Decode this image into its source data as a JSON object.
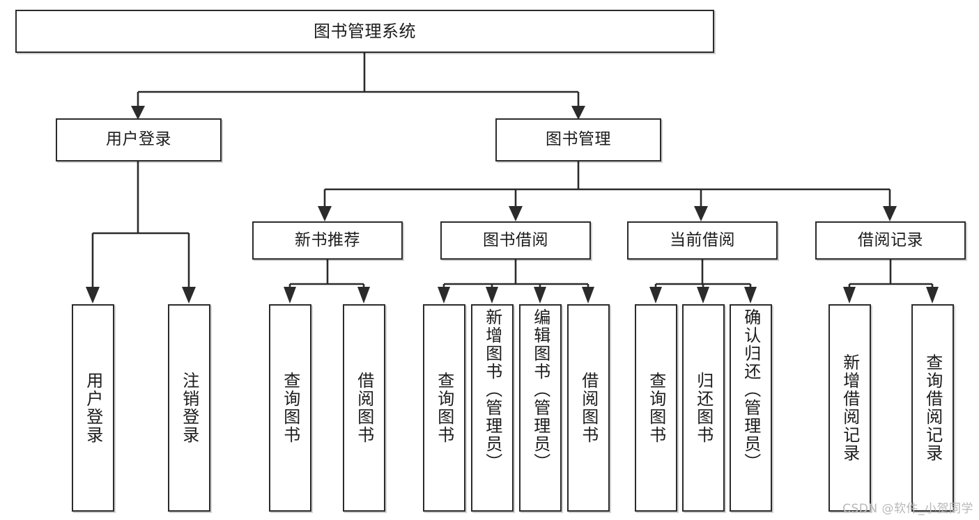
{
  "diagram": {
    "title": "图书管理系统",
    "root": {
      "label": "图书管理系统"
    },
    "level2": [
      {
        "label": "用户登录"
      },
      {
        "label": "图书管理"
      }
    ],
    "level3": [
      {
        "label": "新书推荐"
      },
      {
        "label": "图书借阅"
      },
      {
        "label": "当前借阅"
      },
      {
        "label": "借阅记录"
      }
    ],
    "leaves": {
      "user_login": [
        {
          "label": "用户登录"
        },
        {
          "label": "注销登录"
        }
      ],
      "new_book_recommend": [
        {
          "label": "查询图书"
        },
        {
          "label": "借阅图书"
        }
      ],
      "book_borrow": [
        {
          "label": "查询图书"
        },
        {
          "label": "新增图书（管理员）"
        },
        {
          "label": "编辑图书（管理员）"
        },
        {
          "label": "借阅图书"
        }
      ],
      "current_borrow": [
        {
          "label": "查询图书"
        },
        {
          "label": "归还图书"
        },
        {
          "label": "确认归还（管理员）"
        }
      ],
      "borrow_record": [
        {
          "label": "新增借阅记录"
        },
        {
          "label": "查询借阅记录"
        }
      ]
    }
  },
  "watermark": {
    "text": "CSDN @软件_小贺同学"
  },
  "colors": {
    "stroke": "#2b2b2b",
    "fill": "#ffffff",
    "text": "#1b1b1b",
    "watermark": "#b8b8b8"
  }
}
